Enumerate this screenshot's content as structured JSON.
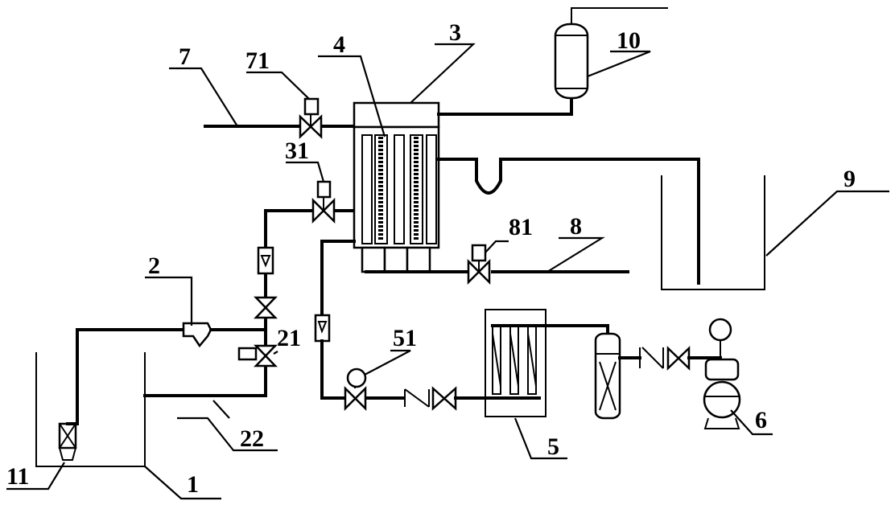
{
  "labels": {
    "l1": "1",
    "l2": "2",
    "l3": "3",
    "l4": "4",
    "l5": "5",
    "l6": "6",
    "l7": "7",
    "l8": "8",
    "l9": "9",
    "l10": "10",
    "l11": "11",
    "l21": "21",
    "l22": "22",
    "l31": "31",
    "l51": "51",
    "l71": "71",
    "l81": "81"
  }
}
